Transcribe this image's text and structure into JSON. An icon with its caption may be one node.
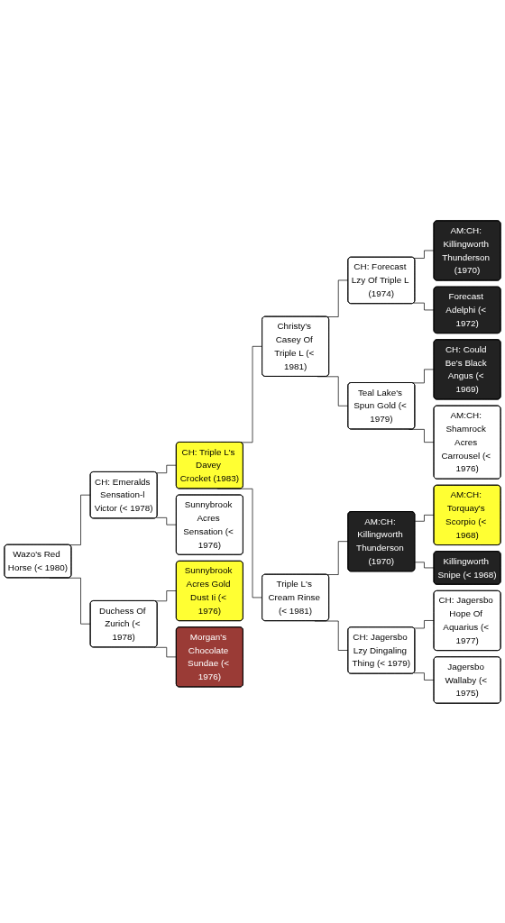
{
  "diagram": {
    "nodes": [
      {
        "text": [
          "Wazo's Red Horse (< 1980)"
        ]
      },
      {
        "text": [
          "CH: Emeralds Sensation-l Victor (< 1978)"
        ]
      },
      {
        "text": [
          "CH: Triple L's Davey Crocket (1983)"
        ]
      },
      {
        "text": [
          "Christy's Casey Of Triple L (< 1981)"
        ]
      },
      {
        "text": [
          "CH: Forecast Lzy Of Triple L (1974)"
        ]
      },
      {
        "text": [
          "AM:CH: Killingworth Thunderson (1970)"
        ]
      },
      {
        "text": [
          "Forecast Adelphi (< 1972)"
        ]
      },
      {
        "text": [
          "Teal Lake's Spun Gold (< 1979)"
        ]
      },
      {
        "text": [
          "CH: Could Be's Black Angus (< 1969)"
        ]
      },
      {
        "text": [
          "AM:CH: Shamrock Acres Carrousel (< 1976)"
        ]
      },
      {
        "text": [
          "Triple L's Cream Rinse (< 1981)"
        ]
      },
      {
        "text": [
          "AM:CH: Killingworth Thunderson (1970)"
        ]
      },
      {
        "text": [
          "AM:CH: Torquay's Scorpio (< 1968)"
        ]
      },
      {
        "text": [
          "Killingworth Snipe (< 1968)"
        ]
      },
      {
        "text": [
          "CH: Jagersbo Lzy Dingaling Thing (< 1979)"
        ]
      },
      {
        "text": [
          "CH: Jagersbo Hope Of Aquarius (< 1977)"
        ]
      },
      {
        "text": [
          "Jagersbo Wallaby (< 1975)"
        ]
      },
      {
        "text": [
          "Sunnybrook Acres Sensation (< 1976)"
        ]
      },
      {
        "text": [
          "Duchess Of Zurich (< 1978)"
        ]
      },
      {
        "text": [
          "Sunnybrook Acres Gold Dust Ii (< 1976)"
        ]
      },
      {
        "text": [
          "Morgan's Chocolate Sundae (< 1976)"
        ]
      }
    ],
    "edges": [
      {
        "from": 0,
        "to": 1,
        "arrow": "none"
      },
      {
        "from": 1,
        "to": 2,
        "arrow": "none"
      },
      {
        "from": 2,
        "to": 3,
        "arrow": "none"
      },
      {
        "from": 3,
        "to": 4,
        "arrow": "none"
      },
      {
        "from": 4,
        "to": 5,
        "arrow": "none"
      },
      {
        "from": 4,
        "to": 6,
        "arrow": "none"
      },
      {
        "from": 3,
        "to": 7,
        "arrow": "none"
      },
      {
        "from": 7,
        "to": 8,
        "arrow": "none"
      },
      {
        "from": 7,
        "to": 9,
        "arrow": "none"
      },
      {
        "from": 2,
        "to": 10,
        "arrow": "none"
      },
      {
        "from": 10,
        "to": 11,
        "arrow": "none"
      },
      {
        "from": 11,
        "to": 12,
        "arrow": "none"
      },
      {
        "from": 11,
        "to": 13,
        "arrow": "none"
      },
      {
        "from": 10,
        "to": 14,
        "arrow": "none"
      },
      {
        "from": 14,
        "to": 15,
        "arrow": "none"
      },
      {
        "from": 14,
        "to": 16,
        "arrow": "none"
      },
      {
        "from": 1,
        "to": 17,
        "arrow": "none"
      },
      {
        "from": 0,
        "to": 18,
        "arrow": "none"
      },
      {
        "from": 18,
        "to": 19,
        "arrow": "none"
      },
      {
        "from": 18,
        "to": 20,
        "arrow": "none"
      }
    ]
  }
}
